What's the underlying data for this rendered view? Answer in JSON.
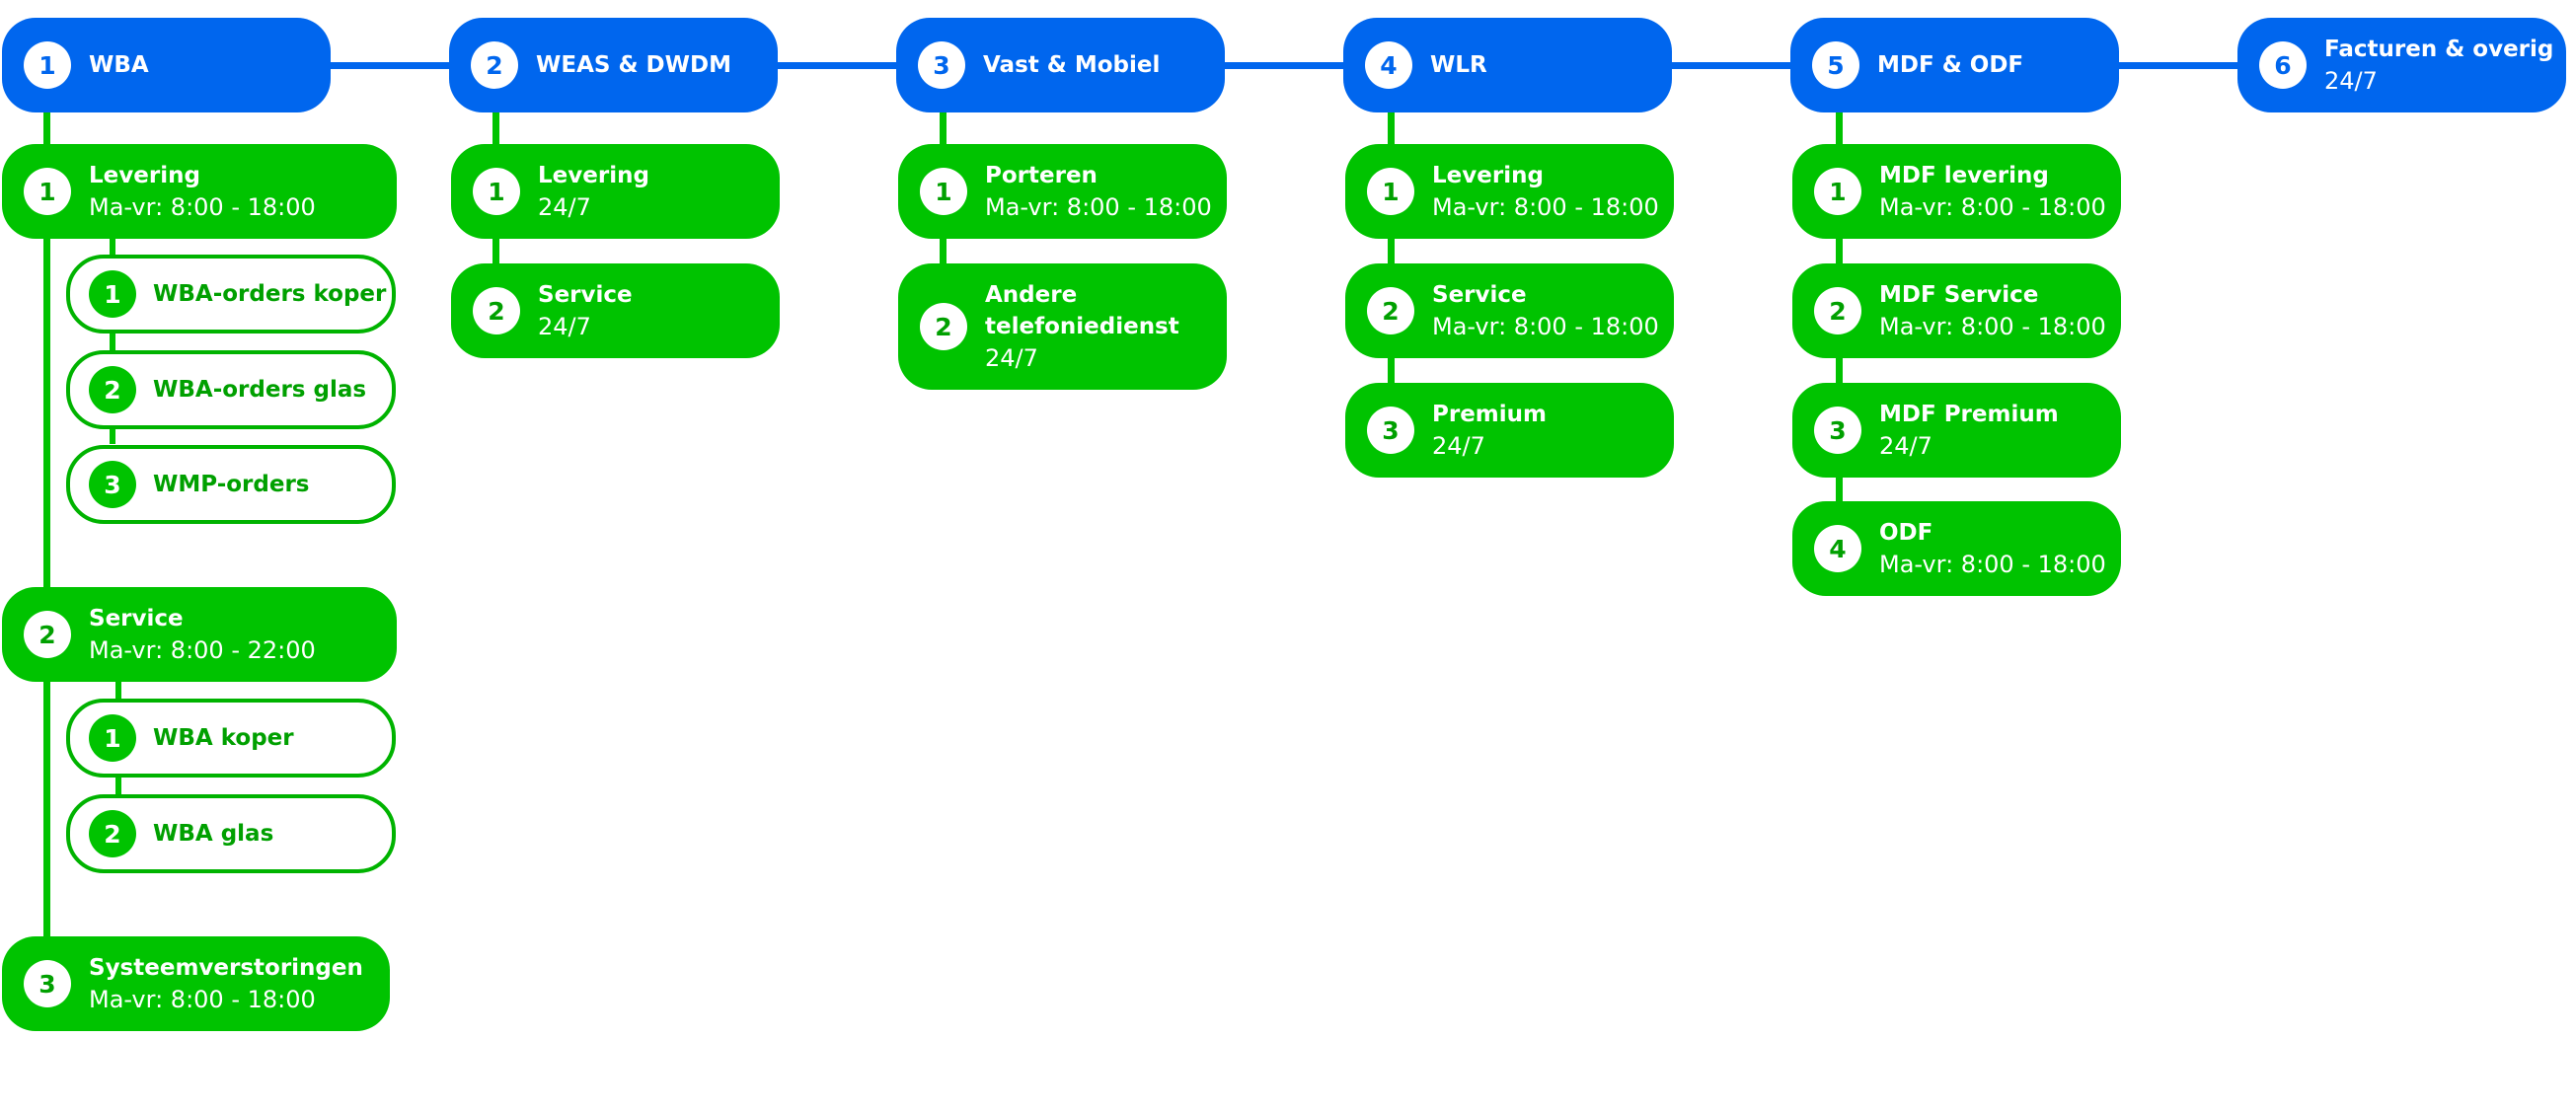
{
  "colors": {
    "blue": "#0066EE",
    "green": "#00C300",
    "white": "#FFFFFF"
  },
  "categories": [
    {
      "num": "1",
      "title": "WBA"
    },
    {
      "num": "2",
      "title": "WEAS & DWDM"
    },
    {
      "num": "3",
      "title": "Vast & Mobiel"
    },
    {
      "num": "4",
      "title": "WLR"
    },
    {
      "num": "5",
      "title": "MDF & ODF"
    },
    {
      "num": "6",
      "title": "Facturen & overig",
      "hours": "24/7"
    }
  ],
  "wba": {
    "levering": {
      "num": "1",
      "title": "Levering",
      "hours": "Ma-vr: 8:00 - 18:00",
      "items": [
        {
          "num": "1",
          "title": "WBA-orders koper"
        },
        {
          "num": "2",
          "title": "WBA-orders glas"
        },
        {
          "num": "3",
          "title": "WMP-orders"
        }
      ]
    },
    "service": {
      "num": "2",
      "title": "Service",
      "hours": "Ma-vr: 8:00 - 22:00",
      "items": [
        {
          "num": "1",
          "title": "WBA koper"
        },
        {
          "num": "2",
          "title": "WBA glas"
        }
      ]
    },
    "systeem": {
      "num": "3",
      "title": "Systeemverstoringen",
      "hours": "Ma-vr: 8:00 - 18:00"
    }
  },
  "weas": [
    {
      "num": "1",
      "title": "Levering",
      "hours": "24/7"
    },
    {
      "num": "2",
      "title": "Service",
      "hours": "24/7"
    }
  ],
  "vast": [
    {
      "num": "1",
      "title": "Porteren",
      "hours": "Ma-vr: 8:00 - 18:00"
    },
    {
      "num": "2",
      "title_line1": "Andere",
      "title_line2": "telefoniedienst",
      "hours": "24/7"
    }
  ],
  "wlr": [
    {
      "num": "1",
      "title": "Levering",
      "hours": "Ma-vr: 8:00 - 18:00"
    },
    {
      "num": "2",
      "title": "Service",
      "hours": "Ma-vr: 8:00 - 18:00"
    },
    {
      "num": "3",
      "title": "Premium",
      "hours": "24/7"
    }
  ],
  "mdf": [
    {
      "num": "1",
      "title": "MDF levering",
      "hours": "Ma-vr: 8:00 - 18:00"
    },
    {
      "num": "2",
      "title": "MDF Service",
      "hours": "Ma-vr: 8:00 - 18:00"
    },
    {
      "num": "3",
      "title": "MDF Premium",
      "hours": "24/7"
    },
    {
      "num": "4",
      "title": "ODF",
      "hours": "Ma-vr: 8:00 - 18:00"
    }
  ]
}
